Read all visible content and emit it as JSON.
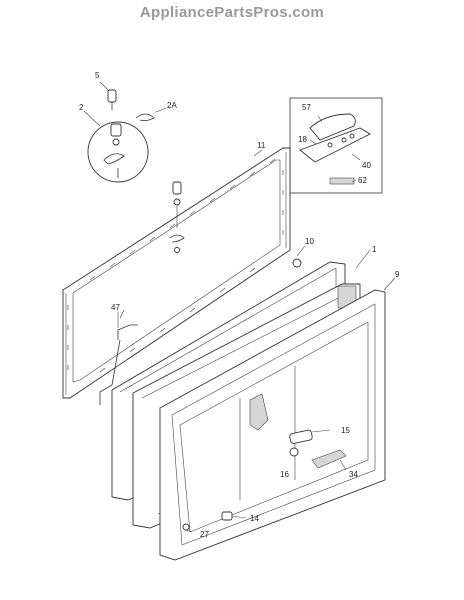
{
  "header": {
    "site_name": "AppliancePartsPros.com"
  },
  "callouts": {
    "c5": "5",
    "c2": "2",
    "c2A": "2A",
    "c11": "11",
    "c57": "57",
    "c18": "18",
    "c40": "40",
    "c62": "62",
    "c10": "10",
    "c1": "1",
    "c9": "9",
    "c47": "47",
    "c15": "15",
    "c16": "16",
    "c34": "34",
    "c14": "14",
    "c27": "27"
  }
}
